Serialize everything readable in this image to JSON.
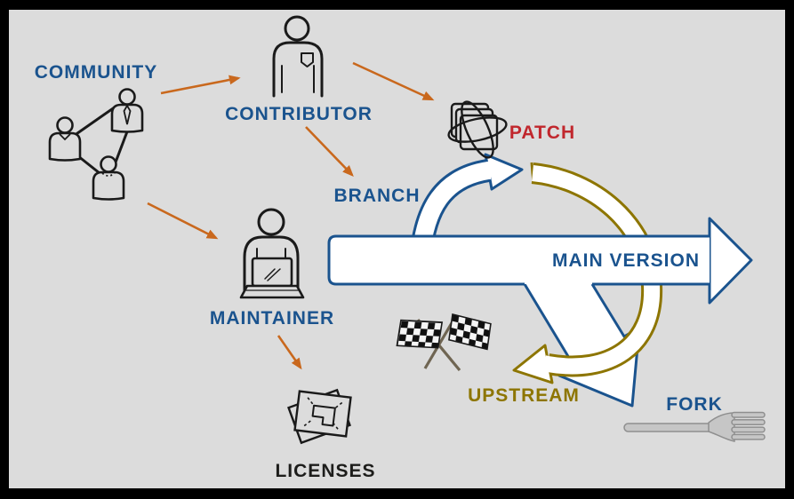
{
  "diagram": {
    "description": "Open source project workflow diagram",
    "background_color": "#dcdcdc",
    "frame_color": "#000000",
    "palette": {
      "blue": "#1a538e",
      "orange": "#c9681d",
      "olive": "#8d7500",
      "red": "#c1272d",
      "text_dark": "#1d1d1b",
      "icon_black": "#1a1a1a",
      "fork_gray": "#c6c6c6"
    },
    "nodes": {
      "community": {
        "label": "COMMUNITY",
        "icon": "community-network-icon",
        "color": "blue"
      },
      "contributor": {
        "label": "CONTRIBUTOR",
        "icon": "contributor-person-icon",
        "color": "blue"
      },
      "branch": {
        "label": "BRANCH",
        "color": "blue"
      },
      "patch": {
        "label": "PATCH",
        "icon": "patch-stack-icon",
        "color": "red"
      },
      "maintainer": {
        "label": "MAINTAINER",
        "icon": "maintainer-laptop-icon",
        "color": "blue"
      },
      "main_version": {
        "label": "MAIN VERSION",
        "color": "blue"
      },
      "upstream": {
        "label": "UPSTREAM",
        "icon": "checkered-flags-icon",
        "color": "olive"
      },
      "fork": {
        "label": "FORK",
        "icon": "fork-cutlery-icon",
        "color": "blue"
      },
      "licenses": {
        "label": "LICENSES",
        "icon": "licenses-papers-icon",
        "color": "dark"
      }
    },
    "edges": [
      {
        "from": "community",
        "to": "contributor",
        "style": "orange-arrow"
      },
      {
        "from": "community",
        "to": "maintainer",
        "style": "orange-arrow"
      },
      {
        "from": "contributor",
        "to": "patch",
        "style": "orange-arrow"
      },
      {
        "from": "contributor",
        "to": "branch",
        "style": "orange-arrow"
      },
      {
        "from": "maintainer",
        "to": "licenses",
        "style": "orange-arrow"
      },
      {
        "from": "main_version",
        "to": "patch",
        "style": "blue-curved-band"
      },
      {
        "from": "patch",
        "to": "upstream",
        "style": "olive-curved-band"
      },
      {
        "from": "main_version",
        "to": "fork",
        "style": "blue-band-branch"
      },
      {
        "from": "main_version",
        "to": "main_version",
        "style": "main-white-arrow"
      }
    ]
  }
}
